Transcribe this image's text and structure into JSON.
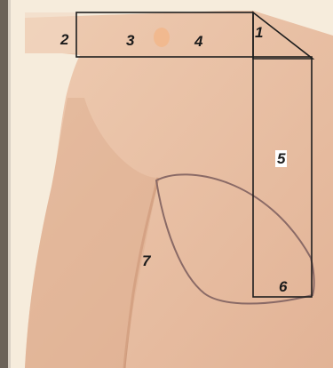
{
  "diagram": {
    "regions": [
      {
        "id": "1",
        "label": "1"
      },
      {
        "id": "2",
        "label": "2"
      },
      {
        "id": "3",
        "label": "3"
      },
      {
        "id": "4",
        "label": "4"
      },
      {
        "id": "5",
        "label": "5"
      },
      {
        "id": "6",
        "label": "6"
      },
      {
        "id": "7",
        "label": "7"
      }
    ],
    "colors": {
      "background": "#f6ecdc",
      "skin": "#e8bfa3",
      "skin_shadow": "#d9a98c",
      "outline": "#1e1e1e",
      "breast_outline": "#8a6a66",
      "marker": "#f1b98f"
    }
  }
}
